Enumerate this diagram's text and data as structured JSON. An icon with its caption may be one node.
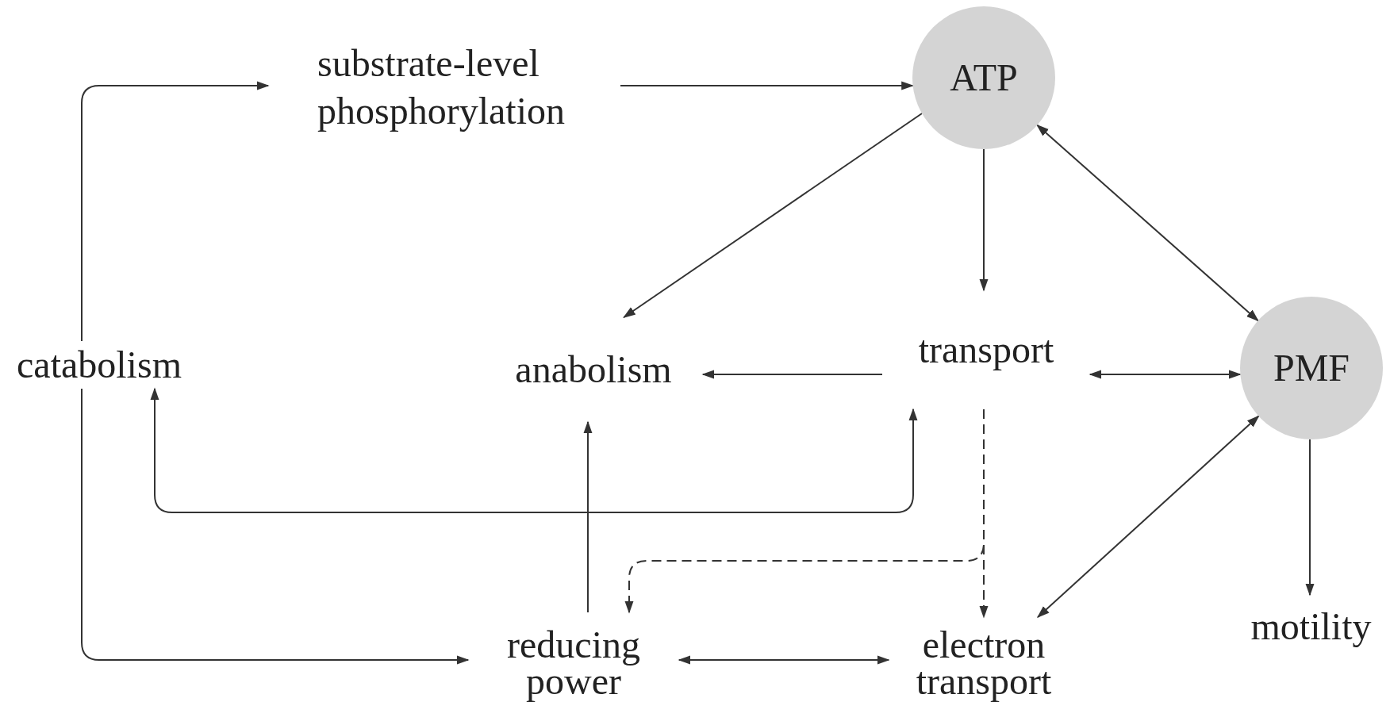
{
  "diagram": {
    "nodes": [
      {
        "text": [
          "substrate-level phosphorylation"
        ]
      },
      {
        "text": [
          "ATP"
        ]
      },
      {
        "text": [
          "catabolism"
        ]
      },
      {
        "text": [
          "anabolism"
        ]
      },
      {
        "text": [
          "transport"
        ]
      },
      {
        "text": [
          "PMF"
        ]
      },
      {
        "text": [
          "reducing power"
        ]
      },
      {
        "text": [
          "electron transport"
        ]
      },
      {
        "text": [
          "motility"
        ]
      }
    ],
    "edges": [
      {
        "from": 2,
        "to": 0,
        "arrow": "to"
      },
      {
        "from": 2,
        "to": 6,
        "arrow": "to"
      },
      {
        "from": 0,
        "to": 1,
        "arrow": "to"
      },
      {
        "from": 1,
        "to": 3,
        "arrow": "to"
      },
      {
        "from": 1,
        "to": 4,
        "arrow": "to"
      },
      {
        "from": 1,
        "to": 5,
        "arrow": "both"
      },
      {
        "from": 4,
        "to": 3,
        "arrow": "to"
      },
      {
        "from": 4,
        "to": 5,
        "arrow": "both"
      },
      {
        "from": 2,
        "to": 4,
        "arrow": "both"
      },
      {
        "from": 6,
        "to": 3,
        "arrow": "to"
      },
      {
        "from": 4,
        "to": 6,
        "arrow": "to",
        "style": "dashed"
      },
      {
        "from": 4,
        "to": 7,
        "arrow": "to",
        "style": "dashed"
      },
      {
        "from": 6,
        "to": 7,
        "arrow": "both"
      },
      {
        "from": 7,
        "to": 5,
        "arrow": "both"
      },
      {
        "from": 5,
        "to": 8,
        "arrow": "to"
      }
    ]
  }
}
